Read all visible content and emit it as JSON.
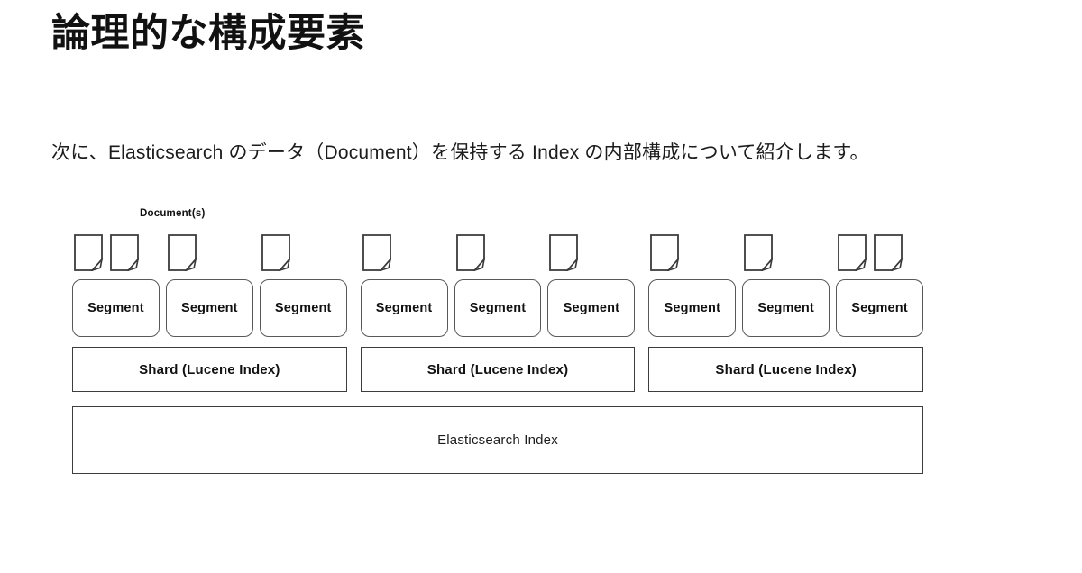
{
  "page": {
    "title": "論理的な構成要素",
    "intro": "次に、Elasticsearch のデータ（Document）を保持する Index の内部構成について紹介します。"
  },
  "diagram": {
    "documents_label": "Document(s)",
    "segment_label": "Segment",
    "shard_label": "Shard (Lucene Index)",
    "index_label": "Elasticsearch Index",
    "shards": [
      {
        "segments": [
          {
            "documents": 2
          },
          {
            "documents": 1
          },
          {
            "documents": 1
          }
        ]
      },
      {
        "segments": [
          {
            "documents": 1
          },
          {
            "documents": 1
          },
          {
            "documents": 1
          }
        ]
      },
      {
        "segments": [
          {
            "documents": 1
          },
          {
            "documents": 1
          },
          {
            "documents": 2
          }
        ]
      }
    ],
    "colors": {
      "background": "#ffffff",
      "text": "#111111",
      "segment_border": "#595959",
      "shard_border": "#3d3d3d",
      "icon_stroke": "#3a3a3a"
    }
  }
}
